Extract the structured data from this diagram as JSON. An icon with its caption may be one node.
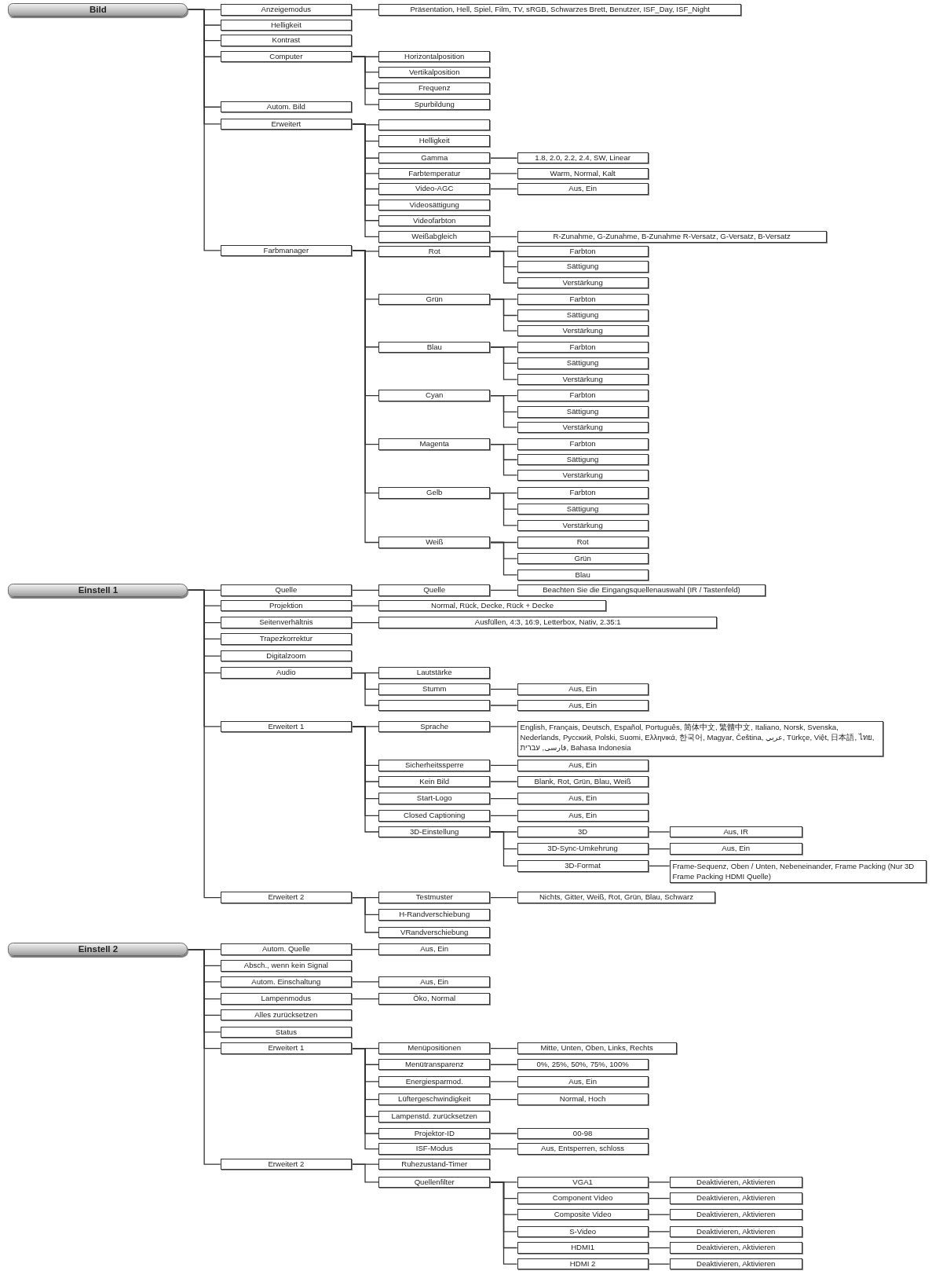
{
  "diagram": {
    "nodes": [
      {
        "text": [
          "Bild"
        ]
      },
      {
        "text": [
          "Anzeigemodus"
        ]
      },
      {
        "text": [
          "Präsentation, Hell, Spiel, Film, TV, sRGB, Schwarzes Brett, Benutzer, ISF_Day, ISF_Night"
        ]
      },
      {
        "text": [
          "Helligkeit"
        ]
      },
      {
        "text": [
          "Kontrast"
        ]
      },
      {
        "text": [
          "Computer"
        ]
      },
      {
        "text": [
          "Horizontalposition"
        ]
      },
      {
        "text": [
          "Vertikalposition"
        ]
      },
      {
        "text": [
          "Frequenz"
        ]
      },
      {
        "text": [
          "Spurbildung"
        ]
      },
      {
        "text": [
          "Autom. Bild"
        ]
      },
      {
        "text": [
          "Erweitert"
        ]
      },
      {
        "text": [],
        "shape": "box"
      },
      {
        "text": [
          "Helligkeit"
        ]
      },
      {
        "text": [
          "Gamma"
        ]
      },
      {
        "text": [
          "1.8, 2.0, 2.2, 2.4, SW, Linear"
        ]
      },
      {
        "text": [
          "Farbtemperatur"
        ]
      },
      {
        "text": [
          "Warm, Normal, Kalt"
        ]
      },
      {
        "text": [
          "Video-AGC"
        ]
      },
      {
        "text": [
          "Aus, Ein"
        ]
      },
      {
        "text": [
          "Videosättigung"
        ]
      },
      {
        "text": [
          "Videofarbton"
        ]
      },
      {
        "text": [
          "Weißabgleich"
        ]
      },
      {
        "text": [
          "R-Zunahme, G-Zunahme, B-Zunahme R-Versatz, G-Versatz, B-Versatz"
        ]
      },
      {
        "text": [
          "Farbmanager"
        ]
      },
      {
        "text": [
          "Rot"
        ]
      },
      {
        "text": [
          "Farbton"
        ]
      },
      {
        "text": [
          "Sättigung"
        ]
      },
      {
        "text": [
          "Verstärkung"
        ]
      },
      {
        "text": [
          "Grün"
        ]
      },
      {
        "text": [
          "Farbton"
        ]
      },
      {
        "text": [
          "Sättigung"
        ]
      },
      {
        "text": [
          "Verstärkung"
        ]
      },
      {
        "text": [
          "Blau"
        ]
      },
      {
        "text": [
          "Farbton"
        ]
      },
      {
        "text": [
          "Sättigung"
        ]
      },
      {
        "text": [
          "Verstärkung"
        ]
      },
      {
        "text": [
          "Cyan"
        ]
      },
      {
        "text": [
          "Farbton"
        ]
      },
      {
        "text": [
          "Sättigung"
        ]
      },
      {
        "text": [
          "Verstärkung"
        ]
      },
      {
        "text": [
          "Magenta"
        ]
      },
      {
        "text": [
          "Farbton"
        ]
      },
      {
        "text": [
          "Sättigung"
        ]
      },
      {
        "text": [
          "Verstärkung"
        ]
      },
      {
        "text": [
          "Gelb"
        ]
      },
      {
        "text": [
          "Farbton"
        ]
      },
      {
        "text": [
          "Sättigung"
        ]
      },
      {
        "text": [
          "Verstärkung"
        ]
      },
      {
        "text": [
          "Weiß"
        ]
      },
      {
        "text": [
          "Rot"
        ]
      },
      {
        "text": [
          "Grün"
        ]
      },
      {
        "text": [
          "Blau"
        ]
      },
      {
        "text": [
          "Einstell 1"
        ]
      },
      {
        "text": [
          "Quelle"
        ]
      },
      {
        "text": [
          "Quelle"
        ]
      },
      {
        "text": [
          "Beachten Sie die Eingangsquellenauswahl (IR / Tastenfeld)"
        ]
      },
      {
        "text": [
          "Projektion"
        ]
      },
      {
        "text": [
          "Normal, Rück, Decke, Rück + Decke"
        ]
      },
      {
        "text": [
          "Seitenverhältnis"
        ]
      },
      {
        "text": [
          "Ausfüllen, 4:3, 16:9, Letterbox, Nativ, 2.35:1"
        ]
      },
      {
        "text": [
          "Trapezkorrektur"
        ]
      },
      {
        "text": [
          "Digitalzoom"
        ]
      },
      {
        "text": [
          "Audio"
        ]
      },
      {
        "text": [
          "Lautstärke"
        ]
      },
      {
        "text": [
          "Stumm"
        ]
      },
      {
        "text": [
          "Aus, Ein"
        ]
      },
      {
        "text": [],
        "shape": "box"
      },
      {
        "text": [
          "Aus, Ein"
        ]
      },
      {
        "text": [
          "Erweitert 1"
        ]
      },
      {
        "text": [
          "Sprache"
        ]
      },
      {
        "text": [
          "English, Français, Deutsch, Español, Português, 简体中文, 繁體中文, Italiano, Norsk, Svenska, Nederlands, Русский, Polski, Suomi, Ελληνικά, 한국어, Magyar, Čeština, عربي, Türkçe, Việt, 日本語, ไทย, فارسی, עברית, Bahasa Indonesia"
        ]
      },
      {
        "text": [
          "Sicherheitssperre"
        ]
      },
      {
        "text": [
          "Aus, Ein"
        ]
      },
      {
        "text": [
          "Kein Bild"
        ]
      },
      {
        "text": [
          "Blank, Rot, Grün, Blau, Weiß"
        ]
      },
      {
        "text": [
          "Start-Logo"
        ]
      },
      {
        "text": [
          "Aus, Ein"
        ]
      },
      {
        "text": [
          "Closed Captioning"
        ]
      },
      {
        "text": [
          "Aus, Ein"
        ]
      },
      {
        "text": [
          "3D-Einstellung"
        ]
      },
      {
        "text": [
          "3D"
        ]
      },
      {
        "text": [
          "Aus, IR"
        ]
      },
      {
        "text": [
          "3D-Sync-Umkehrung"
        ]
      },
      {
        "text": [
          "Aus, Ein"
        ]
      },
      {
        "text": [
          "3D-Format"
        ]
      },
      {
        "text": [
          "Frame-Sequenz, Oben / Unten, Nebeneinander, Frame Packing (Nur 3D Frame Packing HDMI Quelle)"
        ]
      },
      {
        "text": [
          "Erweitert 2"
        ]
      },
      {
        "text": [
          "Testmuster"
        ]
      },
      {
        "text": [
          "Nichts, Gitter, Weiß, Rot, Grün, Blau, Schwarz"
        ]
      },
      {
        "text": [
          "H-Randverschiebung"
        ]
      },
      {
        "text": [
          "VRandverschiebung"
        ]
      },
      {
        "text": [
          "Einstell 2"
        ]
      },
      {
        "text": [
          "Autom. Quelle"
        ]
      },
      {
        "text": [
          "Aus, Ein"
        ]
      },
      {
        "text": [
          "Absch., wenn kein Signal"
        ]
      },
      {
        "text": [
          "Autom. Einschaltung"
        ]
      },
      {
        "text": [
          "Aus, Ein"
        ]
      },
      {
        "text": [
          "Lampenmodus"
        ]
      },
      {
        "text": [
          "Öko, Normal"
        ]
      },
      {
        "text": [
          "Alles zurücksetzen"
        ]
      },
      {
        "text": [
          "Status"
        ]
      },
      {
        "text": [
          "Erweitert 1"
        ]
      },
      {
        "text": [
          "Menüpositionen"
        ]
      },
      {
        "text": [
          "Mitte, Unten, Oben, Links, Rechts"
        ]
      },
      {
        "text": [
          "Menütransparenz"
        ]
      },
      {
        "text": [
          "0%, 25%, 50%, 75%, 100%"
        ]
      },
      {
        "text": [
          "Energiesparmod."
        ]
      },
      {
        "text": [
          "Aus, Ein"
        ]
      },
      {
        "text": [
          "Lüftergeschwindigkeit"
        ]
      },
      {
        "text": [
          "Normal, Hoch"
        ]
      },
      {
        "text": [
          "Lampenstd. zurücksetzen"
        ]
      },
      {
        "text": [
          "Projektor-ID"
        ]
      },
      {
        "text": [
          "00-98"
        ]
      },
      {
        "text": [
          "ISF-Modus"
        ]
      },
      {
        "text": [
          "Aus, Entsperren, schloss"
        ]
      },
      {
        "text": [
          "Erweitert 2"
        ]
      },
      {
        "text": [
          "Ruhezustand-Timer"
        ]
      },
      {
        "text": [
          "Quellenfilter"
        ]
      },
      {
        "text": [
          "VGA1"
        ]
      },
      {
        "text": [
          "Deaktivieren, Aktivieren"
        ]
      },
      {
        "text": [
          "Component Video"
        ]
      },
      {
        "text": [
          "Deaktivieren, Aktivieren"
        ]
      },
      {
        "text": [
          "Composite Video"
        ]
      },
      {
        "text": [
          "Deaktivieren, Aktivieren"
        ]
      },
      {
        "text": [
          "S-Video"
        ]
      },
      {
        "text": [
          "Deaktivieren, Aktivieren"
        ]
      },
      {
        "text": [
          "HDMI1"
        ]
      },
      {
        "text": [
          "Deaktivieren, Aktivieren"
        ]
      },
      {
        "text": [
          "HDMI 2"
        ]
      },
      {
        "text": [
          "Deaktivieren, Aktivieren"
        ]
      }
    ],
    "edges": [
      {
        "from": 0,
        "to": 1,
        "arrow": "none"
      },
      {
        "from": 1,
        "to": 2,
        "arrow": "none"
      },
      {
        "from": 0,
        "to": 3,
        "arrow": "none"
      },
      {
        "from": 0,
        "to": 4,
        "arrow": "none"
      },
      {
        "from": 0,
        "to": 5,
        "arrow": "none"
      },
      {
        "from": 5,
        "to": 6,
        "arrow": "none"
      },
      {
        "from": 5,
        "to": 7,
        "arrow": "none"
      },
      {
        "from": 5,
        "to": 8,
        "arrow": "none"
      },
      {
        "from": 5,
        "to": 9,
        "arrow": "none"
      },
      {
        "from": 0,
        "to": 10,
        "arrow": "none"
      },
      {
        "from": 0,
        "to": 11,
        "arrow": "none"
      },
      {
        "from": 11,
        "to": 12,
        "arrow": "none"
      },
      {
        "from": 11,
        "to": 13,
        "arrow": "none"
      },
      {
        "from": 11,
        "to": 14,
        "arrow": "none"
      },
      {
        "from": 14,
        "to": 15,
        "arrow": "none"
      },
      {
        "from": 11,
        "to": 16,
        "arrow": "none"
      },
      {
        "from": 16,
        "to": 17,
        "arrow": "none"
      },
      {
        "from": 11,
        "to": 18,
        "arrow": "none"
      },
      {
        "from": 18,
        "to": 19,
        "arrow": "none"
      },
      {
        "from": 11,
        "to": 20,
        "arrow": "none"
      },
      {
        "from": 11,
        "to": 21,
        "arrow": "none"
      },
      {
        "from": 11,
        "to": 22,
        "arrow": "none"
      },
      {
        "from": 22,
        "to": 23,
        "arrow": "none"
      },
      {
        "from": 0,
        "to": 24,
        "arrow": "none"
      },
      {
        "from": 24,
        "to": 25,
        "arrow": "none"
      },
      {
        "from": 25,
        "to": 26,
        "arrow": "none"
      },
      {
        "from": 25,
        "to": 27,
        "arrow": "none"
      },
      {
        "from": 25,
        "to": 28,
        "arrow": "none"
      },
      {
        "from": 24,
        "to": 29,
        "arrow": "none"
      },
      {
        "from": 29,
        "to": 30,
        "arrow": "none"
      },
      {
        "from": 29,
        "to": 31,
        "arrow": "none"
      },
      {
        "from": 29,
        "to": 32,
        "arrow": "none"
      },
      {
        "from": 24,
        "to": 33,
        "arrow": "none"
      },
      {
        "from": 33,
        "to": 34,
        "arrow": "none"
      },
      {
        "from": 33,
        "to": 35,
        "arrow": "none"
      },
      {
        "from": 33,
        "to": 36,
        "arrow": "none"
      },
      {
        "from": 24,
        "to": 37,
        "arrow": "none"
      },
      {
        "from": 37,
        "to": 38,
        "arrow": "none"
      },
      {
        "from": 37,
        "to": 39,
        "arrow": "none"
      },
      {
        "from": 37,
        "to": 40,
        "arrow": "none"
      },
      {
        "from": 24,
        "to": 41,
        "arrow": "none"
      },
      {
        "from": 41,
        "to": 42,
        "arrow": "none"
      },
      {
        "from": 41,
        "to": 43,
        "arrow": "none"
      },
      {
        "from": 41,
        "to": 44,
        "arrow": "none"
      },
      {
        "from": 24,
        "to": 45,
        "arrow": "none"
      },
      {
        "from": 45,
        "to": 46,
        "arrow": "none"
      },
      {
        "from": 45,
        "to": 47,
        "arrow": "none"
      },
      {
        "from": 45,
        "to": 48,
        "arrow": "none"
      },
      {
        "from": 24,
        "to": 49,
        "arrow": "none"
      },
      {
        "from": 49,
        "to": 50,
        "arrow": "none"
      },
      {
        "from": 49,
        "to": 51,
        "arrow": "none"
      },
      {
        "from": 49,
        "to": 52,
        "arrow": "none"
      },
      {
        "from": 53,
        "to": 54,
        "arrow": "none"
      },
      {
        "from": 54,
        "to": 55,
        "arrow": "none"
      },
      {
        "from": 55,
        "to": 56,
        "arrow": "none"
      },
      {
        "from": 53,
        "to": 57,
        "arrow": "none"
      },
      {
        "from": 57,
        "to": 58,
        "arrow": "none"
      },
      {
        "from": 53,
        "to": 59,
        "arrow": "none"
      },
      {
        "from": 59,
        "to": 60,
        "arrow": "none"
      },
      {
        "from": 53,
        "to": 61,
        "arrow": "none"
      },
      {
        "from": 53,
        "to": 62,
        "arrow": "none"
      },
      {
        "from": 53,
        "to": 63,
        "arrow": "none"
      },
      {
        "from": 63,
        "to": 64,
        "arrow": "none"
      },
      {
        "from": 63,
        "to": 65,
        "arrow": "none"
      },
      {
        "from": 65,
        "to": 66,
        "arrow": "none"
      },
      {
        "from": 63,
        "to": 67,
        "arrow": "none"
      },
      {
        "from": 67,
        "to": 68,
        "arrow": "none"
      },
      {
        "from": 53,
        "to": 69,
        "arrow": "none"
      },
      {
        "from": 69,
        "to": 70,
        "arrow": "none"
      },
      {
        "from": 70,
        "to": 71,
        "arrow": "none"
      },
      {
        "from": 69,
        "to": 72,
        "arrow": "none"
      },
      {
        "from": 72,
        "to": 73,
        "arrow": "none"
      },
      {
        "from": 69,
        "to": 74,
        "arrow": "none"
      },
      {
        "from": 74,
        "to": 75,
        "arrow": "none"
      },
      {
        "from": 69,
        "to": 76,
        "arrow": "none"
      },
      {
        "from": 76,
        "to": 77,
        "arrow": "none"
      },
      {
        "from": 69,
        "to": 78,
        "arrow": "none"
      },
      {
        "from": 78,
        "to": 79,
        "arrow": "none"
      },
      {
        "from": 69,
        "to": 80,
        "arrow": "none"
      },
      {
        "from": 80,
        "to": 81,
        "arrow": "none"
      },
      {
        "from": 81,
        "to": 82,
        "arrow": "none"
      },
      {
        "from": 80,
        "to": 83,
        "arrow": "none"
      },
      {
        "from": 83,
        "to": 84,
        "arrow": "none"
      },
      {
        "from": 80,
        "to": 85,
        "arrow": "none"
      },
      {
        "from": 85,
        "to": 86,
        "arrow": "none"
      },
      {
        "from": 53,
        "to": 87,
        "arrow": "none"
      },
      {
        "from": 87,
        "to": 88,
        "arrow": "none"
      },
      {
        "from": 88,
        "to": 89,
        "arrow": "none"
      },
      {
        "from": 87,
        "to": 90,
        "arrow": "none"
      },
      {
        "from": 87,
        "to": 91,
        "arrow": "none"
      },
      {
        "from": 92,
        "to": 93,
        "arrow": "none"
      },
      {
        "from": 93,
        "to": 94,
        "arrow": "none"
      },
      {
        "from": 92,
        "to": 95,
        "arrow": "none"
      },
      {
        "from": 92,
        "to": 96,
        "arrow": "none"
      },
      {
        "from": 96,
        "to": 97,
        "arrow": "none"
      },
      {
        "from": 92,
        "to": 98,
        "arrow": "none"
      },
      {
        "from": 98,
        "to": 99,
        "arrow": "none"
      },
      {
        "from": 92,
        "to": 100,
        "arrow": "none"
      },
      {
        "from": 92,
        "to": 101,
        "arrow": "none"
      },
      {
        "from": 92,
        "to": 102,
        "arrow": "none"
      },
      {
        "from": 102,
        "to": 103,
        "arrow": "none"
      },
      {
        "from": 103,
        "to": 104,
        "arrow": "none"
      },
      {
        "from": 102,
        "to": 105,
        "arrow": "none"
      },
      {
        "from": 105,
        "to": 106,
        "arrow": "none"
      },
      {
        "from": 102,
        "to": 107,
        "arrow": "none"
      },
      {
        "from": 107,
        "to": 108,
        "arrow": "none"
      },
      {
        "from": 102,
        "to": 109,
        "arrow": "none"
      },
      {
        "from": 109,
        "to": 110,
        "arrow": "none"
      },
      {
        "from": 102,
        "to": 111,
        "arrow": "none"
      },
      {
        "from": 102,
        "to": 112,
        "arrow": "none"
      },
      {
        "from": 112,
        "to": 113,
        "arrow": "none"
      },
      {
        "from": 102,
        "to": 114,
        "arrow": "none"
      },
      {
        "from": 114,
        "to": 115,
        "arrow": "none"
      },
      {
        "from": 92,
        "to": 116,
        "arrow": "none"
      },
      {
        "from": 116,
        "to": 117,
        "arrow": "none"
      },
      {
        "from": 116,
        "to": 118,
        "arrow": "none"
      },
      {
        "from": 118,
        "to": 119,
        "arrow": "none"
      },
      {
        "from": 119,
        "to": 120,
        "arrow": "none"
      },
      {
        "from": 118,
        "to": 121,
        "arrow": "none"
      },
      {
        "from": 121,
        "to": 122,
        "arrow": "none"
      },
      {
        "from": 118,
        "to": 123,
        "arrow": "none"
      },
      {
        "from": 123,
        "to": 124,
        "arrow": "none"
      },
      {
        "from": 118,
        "to": 125,
        "arrow": "none"
      },
      {
        "from": 125,
        "to": 126,
        "arrow": "none"
      },
      {
        "from": 118,
        "to": 127,
        "arrow": "none"
      },
      {
        "from": 127,
        "to": 128,
        "arrow": "none"
      },
      {
        "from": 118,
        "to": 129,
        "arrow": "none"
      },
      {
        "from": 129,
        "to": 130,
        "arrow": "none"
      }
    ]
  }
}
